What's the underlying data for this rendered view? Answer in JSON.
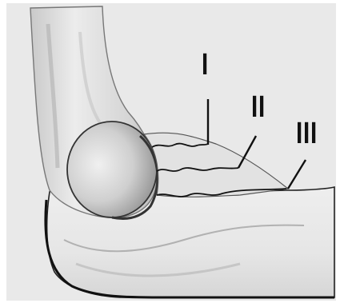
{
  "labels": {
    "grade_1": "I",
    "grade_2": "II",
    "grade_3": "III"
  },
  "colors": {
    "background": "#e9e9e9",
    "ink": "#111111"
  }
}
